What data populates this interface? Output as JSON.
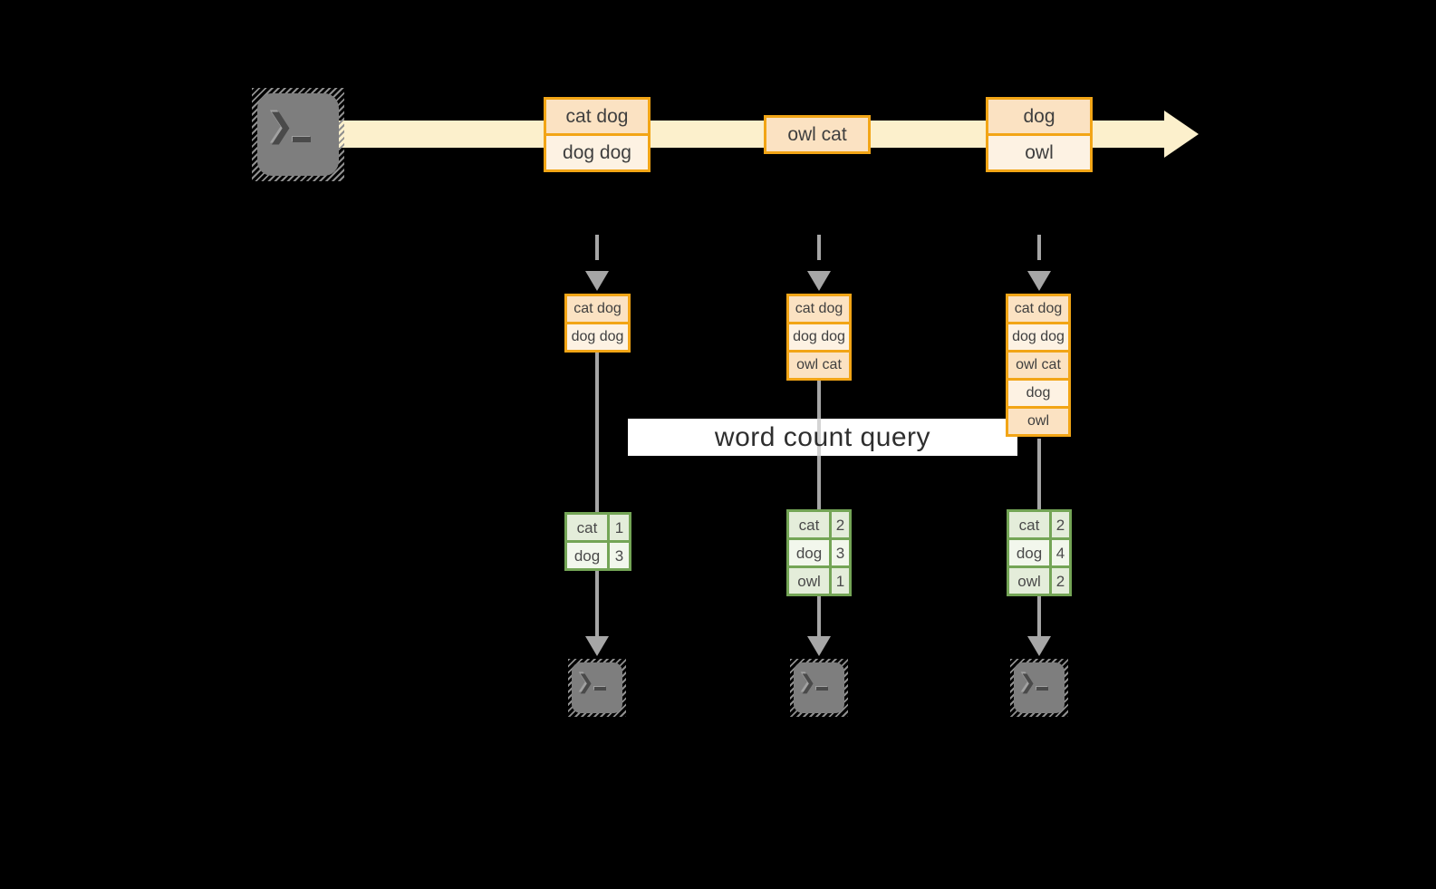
{
  "diagram": {
    "query_label": "word count query",
    "stream_batches": [
      {
        "cells": [
          "cat dog",
          "dog dog"
        ]
      },
      {
        "cells": [
          "owl cat"
        ]
      },
      {
        "cells": [
          "dog",
          "owl"
        ]
      }
    ],
    "micro_batch_inputs": [
      {
        "cells": [
          "cat dog",
          "dog dog"
        ]
      },
      {
        "cells": [
          "cat dog",
          "dog dog",
          "owl cat"
        ]
      },
      {
        "cells": [
          "cat dog",
          "dog dog",
          "owl cat",
          "dog",
          "owl"
        ]
      }
    ],
    "result_tables": [
      {
        "rows": [
          {
            "word": "cat",
            "count": "1"
          },
          {
            "word": "dog",
            "count": "3"
          }
        ]
      },
      {
        "rows": [
          {
            "word": "cat",
            "count": "2"
          },
          {
            "word": "dog",
            "count": "3"
          },
          {
            "word": "owl",
            "count": "1"
          }
        ]
      },
      {
        "rows": [
          {
            "word": "cat",
            "count": "2"
          },
          {
            "word": "dog",
            "count": "4"
          },
          {
            "word": "owl",
            "count": "2"
          }
        ]
      }
    ],
    "icons": {
      "terminal_prompt": "❯"
    },
    "colors": {
      "background": "#000000",
      "stream_band": "#FCF0CC",
      "record_border": "#F2A516",
      "record_fill_dark": "#FBE2C2",
      "record_fill_light": "#FDF2E3",
      "table_border": "#74A556",
      "table_row_dark": "#E4EDDA",
      "table_row_light": "#F2F7EC",
      "arrow_gray": "#A6A6A6",
      "terminal_gray": "#7E7E7E",
      "query_band": "#FFFFFF"
    }
  }
}
